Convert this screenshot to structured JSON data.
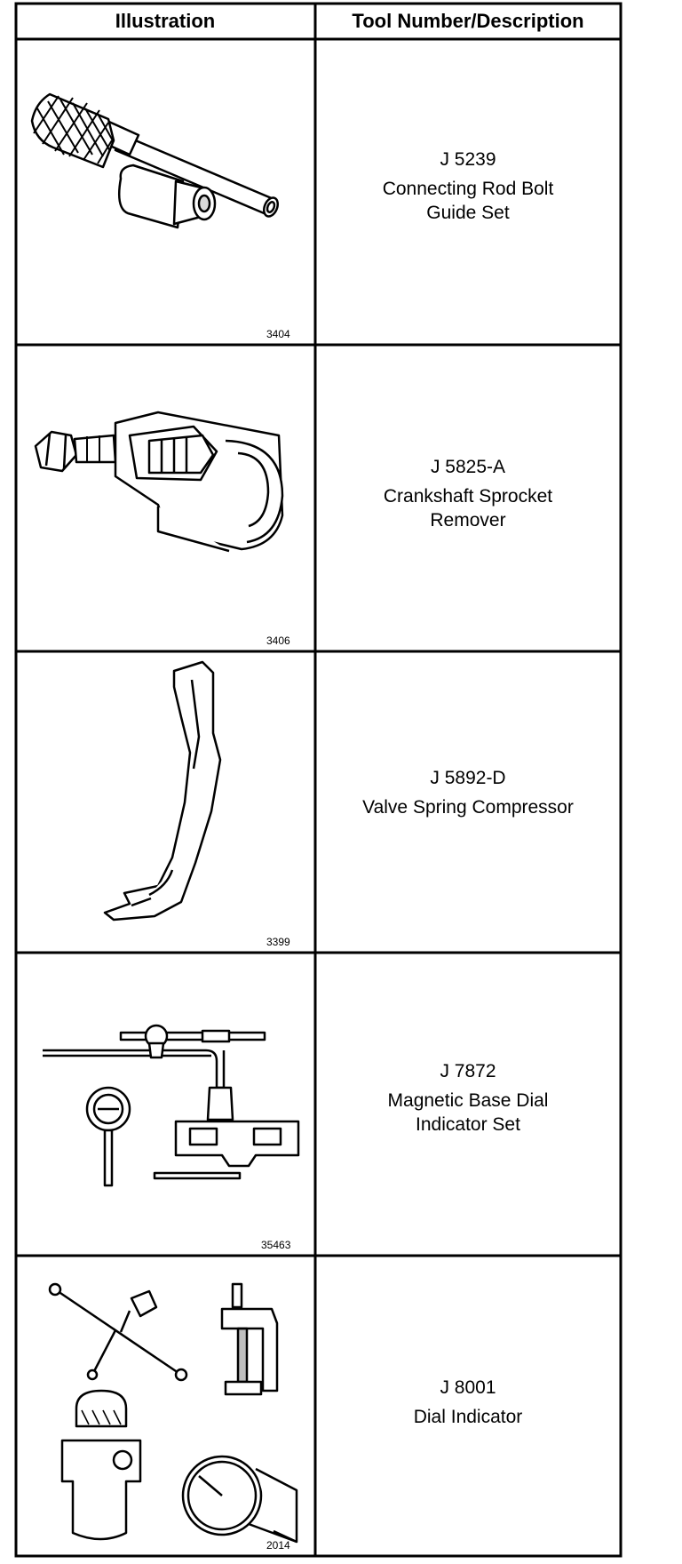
{
  "table": {
    "headers": {
      "illustration": "Illustration",
      "tool": "Tool Number/Description"
    },
    "rows": [
      {
        "figure_number": "3404",
        "tool_number": "J 5239",
        "description": [
          "Connecting Rod Bolt",
          "Guide Set"
        ],
        "icon": "connecting-rod-bolt-guide-set-icon"
      },
      {
        "figure_number": "3406",
        "tool_number": "J 5825-A",
        "description": [
          "Crankshaft Sprocket",
          "Remover"
        ],
        "icon": "crankshaft-sprocket-remover-icon"
      },
      {
        "figure_number": "3399",
        "tool_number": "J 5892-D",
        "description": [
          "Valve Spring Compressor"
        ],
        "icon": "valve-spring-compressor-icon"
      },
      {
        "figure_number": "35463",
        "tool_number": "J 7872",
        "description": [
          "Magnetic Base Dial",
          "Indicator Set"
        ],
        "icon": "magnetic-base-dial-indicator-set-icon"
      },
      {
        "figure_number": "2014",
        "tool_number": "J 8001",
        "description": [
          "Dial Indicator"
        ],
        "icon": "dial-indicator-icon"
      }
    ]
  }
}
